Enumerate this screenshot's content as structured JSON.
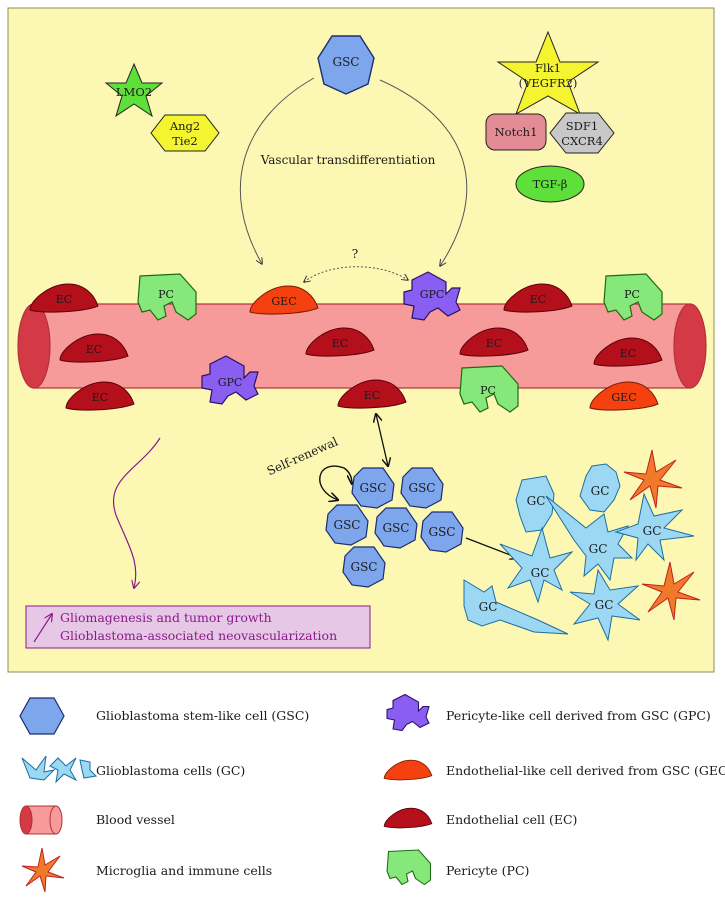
{
  "diagram": {
    "top_gsc": "GSC",
    "transdiff_label": "Vascular transdifferentiation",
    "question_mark": "?",
    "self_renewal_label": "Self-renewal",
    "signals": {
      "lmo2": "LMO2",
      "ang2": "Ang2",
      "tie2": "Tie2",
      "flk1": "Flk1",
      "vegfr2": "(VEGFR2)",
      "notch1": "Notch1",
      "sdf1": "SDF1",
      "cxcr4": "CXCR4",
      "tgfb": "TGF-β"
    },
    "cells": {
      "ec": "EC",
      "pc": "PC",
      "gec": "GEC",
      "gpc": "GPC",
      "gsc": "GSC",
      "gc": "GC"
    },
    "outcome": {
      "line1": "Gliomagenesis and tumor growth",
      "line2": "Glioblastoma-associated neovascularization"
    }
  },
  "legend": {
    "gsc": "Glioblastoma stem-like cell (GSC)",
    "gc": "Glioblastoma cells (GC)",
    "vessel": "Blood vessel",
    "microglia": "Microglia and immune cells",
    "gpc": "Pericyte-like cell derived from GSC (GPC)",
    "gec": "Endothelial-like cell derived from GSC (GEC)",
    "ec": "Endothelial cell (EC)",
    "pc": "Pericyte (PC)"
  },
  "colors": {
    "panel_bg": "#fcf8b4",
    "vessel": "#f79a9a",
    "ec": "#b4101c",
    "gec": "#f4410f",
    "pc": "#86e87a",
    "gpc": "#8a5ef0",
    "gsc": "#7ea6ec",
    "gc": "#9cd8f4",
    "microglia": "#f07a2a",
    "outcome_text": "#8a1a8a",
    "outcome_box": "#e6c8e6"
  }
}
